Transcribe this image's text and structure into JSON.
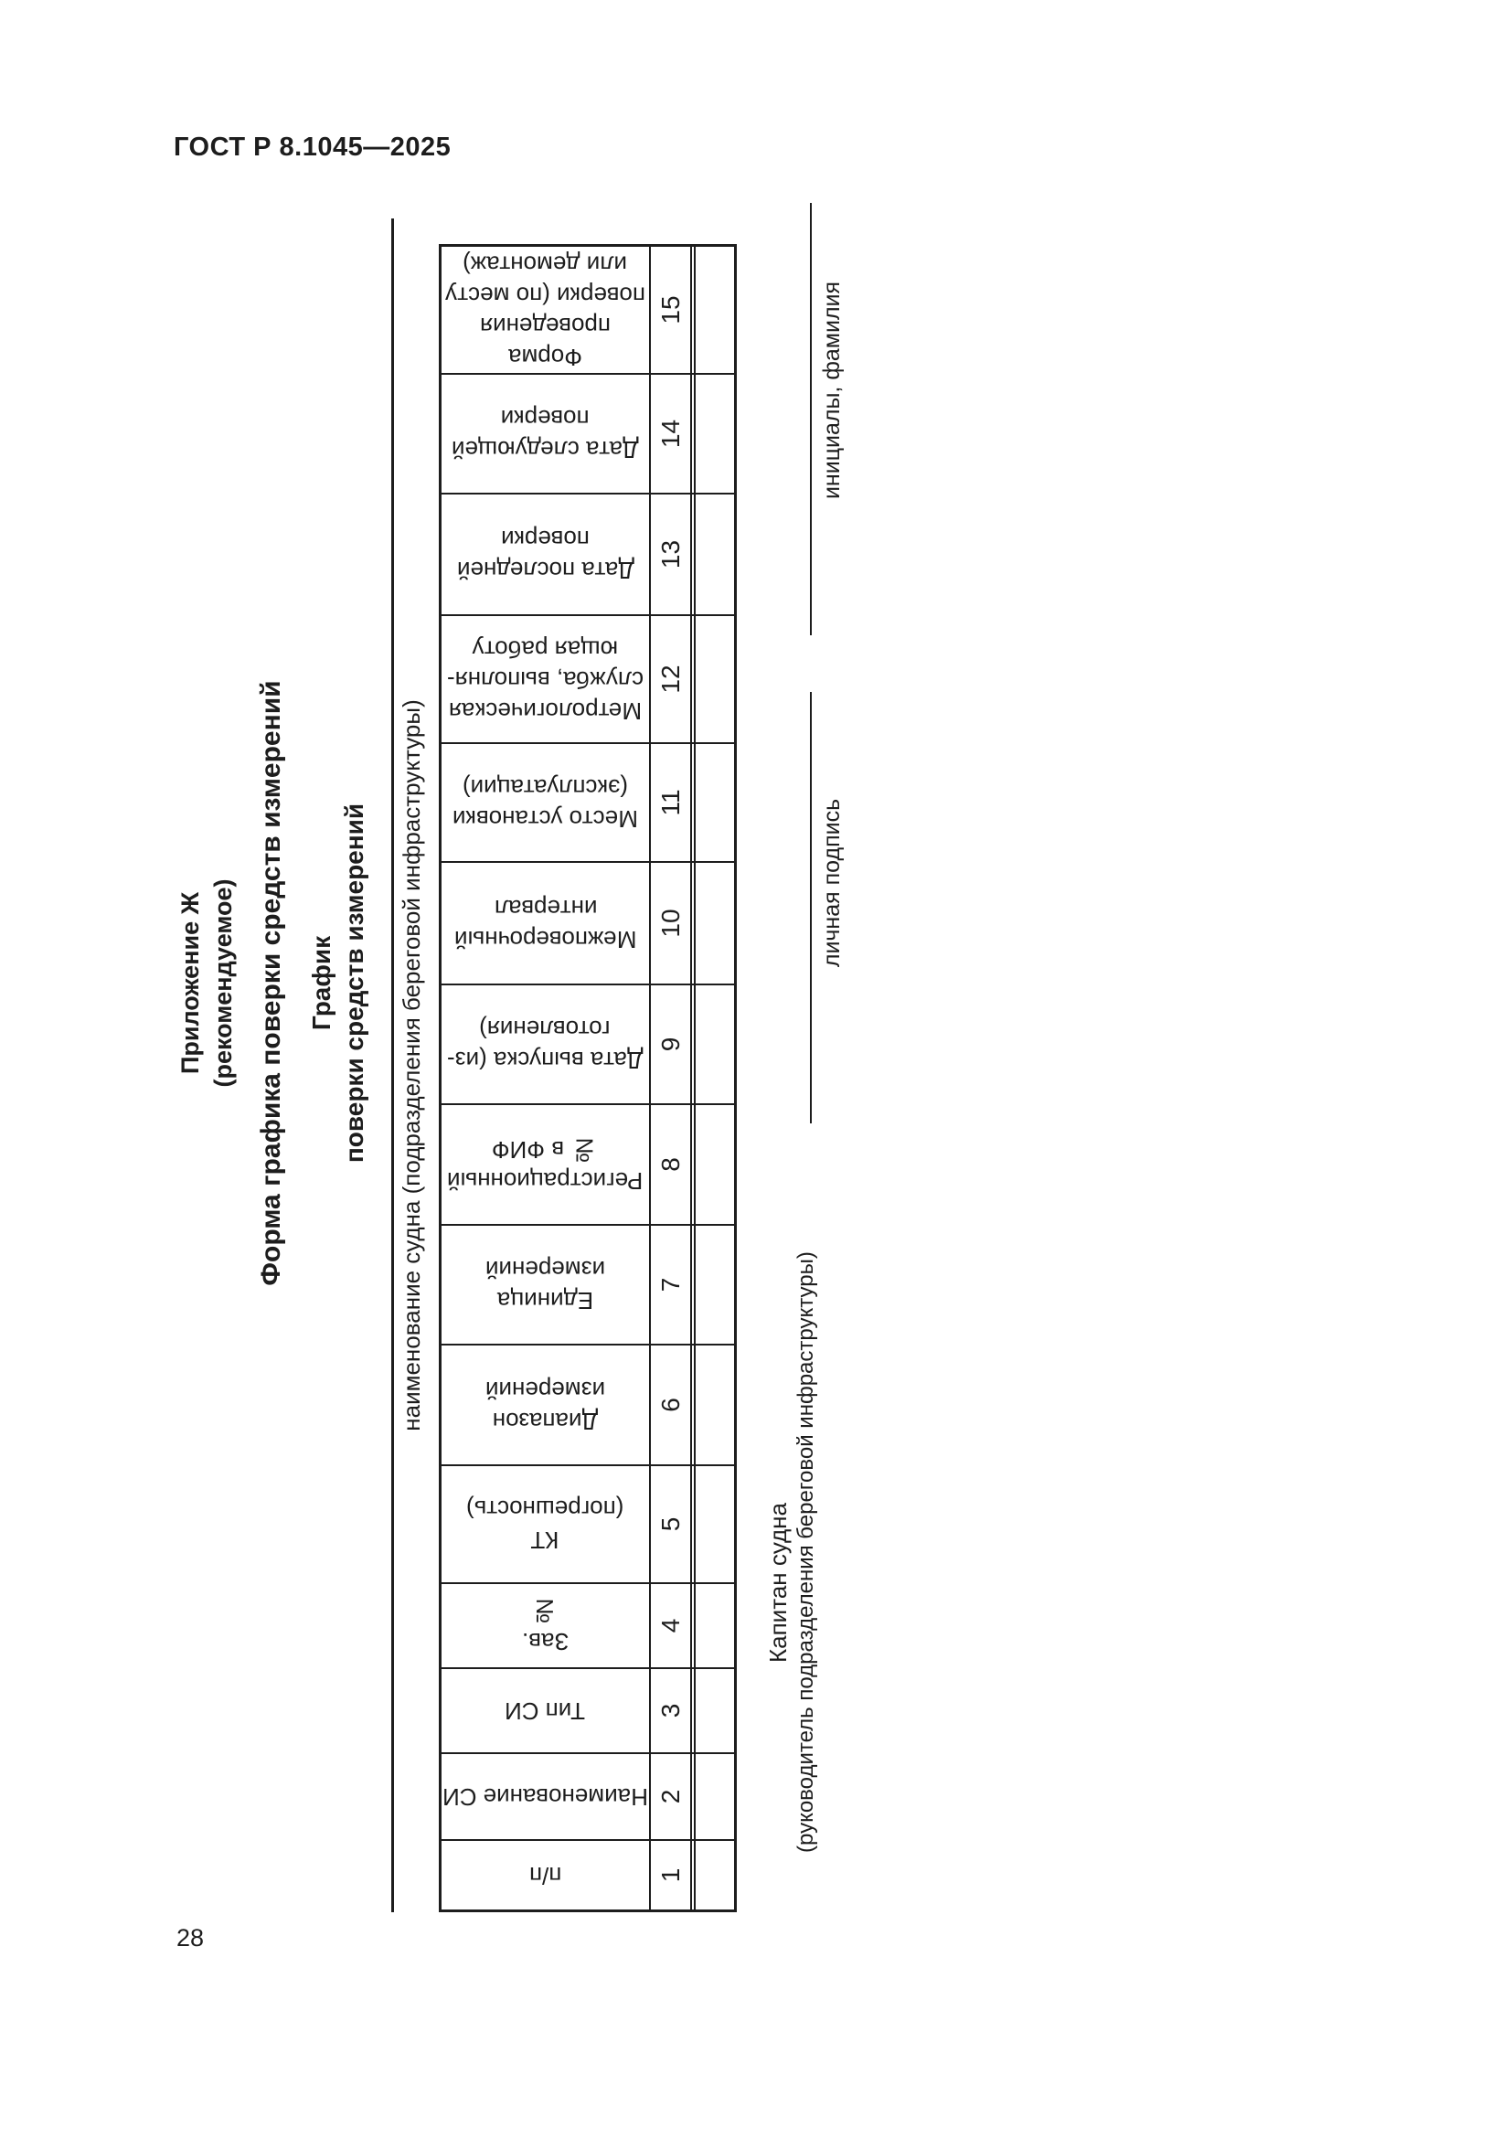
{
  "page": {
    "doc_code": "ГОСТ Р 8.1045—2025",
    "page_number": "28"
  },
  "appendix": {
    "label": "Приложение Ж",
    "kind": "(рекомендуемое)",
    "heading": "Форма графика поверки средств измерений",
    "form_title_line1": "График",
    "form_title_line2": "поверки средств измерений",
    "name_line_caption": "наименование судна (подразделения береговой инфраструктуры)"
  },
  "table": {
    "columns": [
      {
        "num": "1",
        "label": "п/п"
      },
      {
        "num": "2",
        "label": "Наименование СИ"
      },
      {
        "num": "3",
        "label": "Тип СИ"
      },
      {
        "num": "4",
        "label": "Зав.\n№"
      },
      {
        "num": "5",
        "label": "КТ\n(погрешность)"
      },
      {
        "num": "6",
        "label": "Диапазон\nизмерений"
      },
      {
        "num": "7",
        "label": "Единица\nизмерений"
      },
      {
        "num": "8",
        "label": "Регистрационный\n№ в ФИФ"
      },
      {
        "num": "9",
        "label": "Дата выпуска (из-\nготовления)"
      },
      {
        "num": "10",
        "label": "Межповерочный\nинтервал"
      },
      {
        "num": "11",
        "label": "Место установки\n(эксплуатации)"
      },
      {
        "num": "12",
        "label": "Метрологическая\nслужба, выполня-\nющая работу"
      },
      {
        "num": "13",
        "label": "Дата последней\nповерки"
      },
      {
        "num": "14",
        "label": "Дата следующей\nповерки"
      },
      {
        "num": "15",
        "label": "Форма проведения\nповерки (по месту\nили демонтаж)"
      }
    ]
  },
  "signature": {
    "role_line1": "Капитан судна",
    "role_line2": "(руководитель подразделения береговой инфраструктуры)",
    "sig_caption": "личная подпись",
    "name_caption": "инициалы, фамилия"
  }
}
